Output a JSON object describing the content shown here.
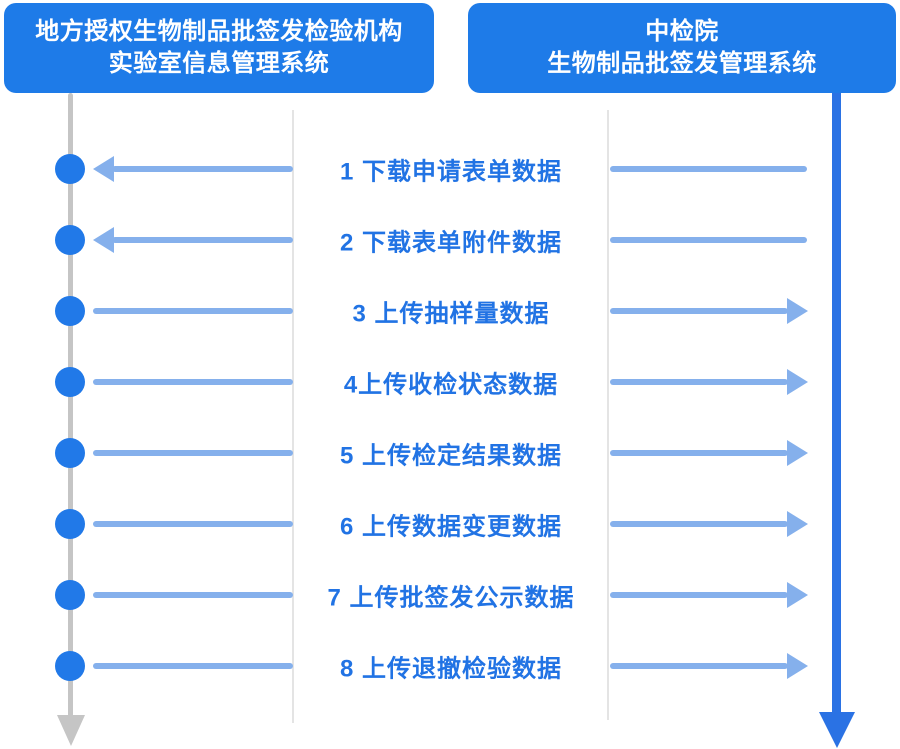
{
  "diagram": {
    "left_header": {
      "line1": "地方授权生物制品批签发检验机构",
      "line2": "实验室信息管理系统"
    },
    "right_header": {
      "line1": "中检院",
      "line2": "生物制品批签发管理系统"
    },
    "messages": [
      {
        "label": "1 下载申请表单数据",
        "direction": "left"
      },
      {
        "label": "2 下载表单附件数据",
        "direction": "left"
      },
      {
        "label": "3 上传抽样量数据",
        "direction": "right"
      },
      {
        "label": "4上传收检状态数据",
        "direction": "right"
      },
      {
        "label": "5 上传检定结果数据",
        "direction": "right"
      },
      {
        "label": "6 上传数据变更数据",
        "direction": "right"
      },
      {
        "label": "7 上传批签发公示数据",
        "direction": "right"
      },
      {
        "label": "8 上传退撤检验数据",
        "direction": "right"
      }
    ],
    "colors": {
      "header_blue": "#1E7BE8",
      "node_blue": "#2179E8",
      "arrow_blue": "#85B0EC",
      "right_lifeline_blue": "#2A72E4",
      "label_blue": "#2173E4",
      "left_lifeline_gray": "#C5C5C5",
      "column_line_gray": "#E4E4E4",
      "background": "#FFFFFF"
    }
  }
}
